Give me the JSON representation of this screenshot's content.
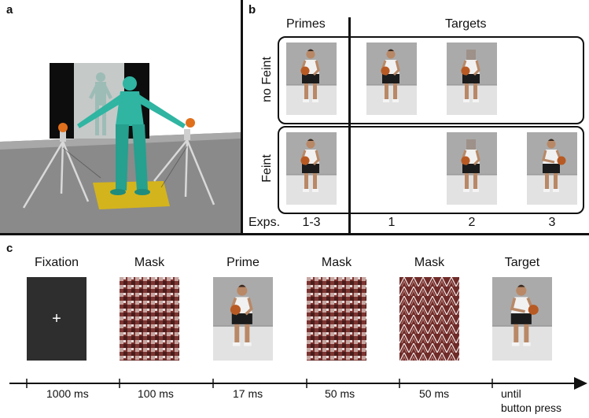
{
  "panels": {
    "a": "a",
    "b": "b",
    "c": "c"
  },
  "panel_b": {
    "header_primes": "Primes",
    "header_targets": "Targets",
    "row_no_feint": "no Feint",
    "row_feint": "Feint",
    "exps_label": "Exps.",
    "exps": [
      "1-3",
      "1",
      "2",
      "3"
    ]
  },
  "panel_c": {
    "stimuli": [
      "Fixation",
      "Mask",
      "Prime",
      "Mask",
      "Mask",
      "Target"
    ],
    "fixation_symbol": "+",
    "durations": [
      "1000 ms",
      "100 ms",
      "17 ms",
      "50 ms",
      "50 ms"
    ],
    "until_line1": "until",
    "until_line2": "button press"
  },
  "colors": {
    "figure_teal": "#2fb5a2",
    "marker_orange": "#e0701c",
    "floor_pad": "#e0b818",
    "fixation_bg": "#2e2e2e",
    "mask_red": "#8a3a36"
  }
}
